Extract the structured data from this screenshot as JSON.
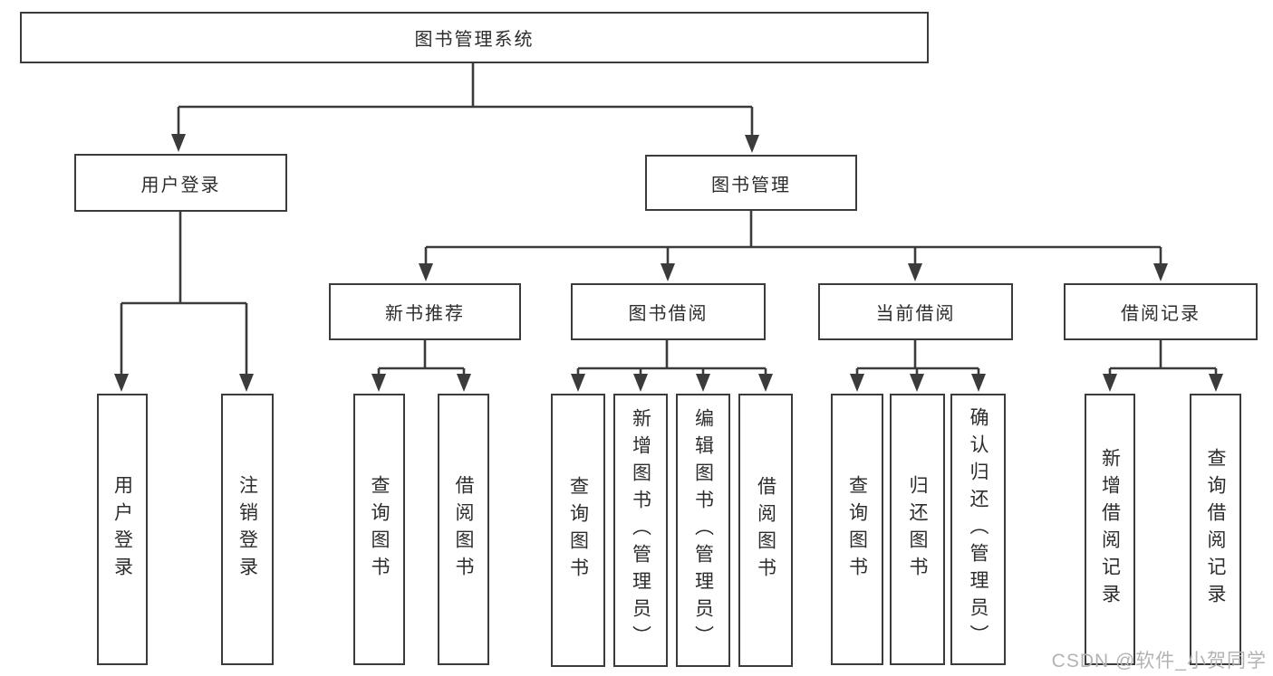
{
  "diagram": {
    "title": "图书管理系统",
    "nodes": {
      "root": "图书管理系统",
      "user_login": "用户登录",
      "book_mgmt": "图书管理",
      "new_book_rec": "新书推荐",
      "book_borrow": "图书借阅",
      "current_borrow": "当前借阅",
      "borrow_record": "借阅记录",
      "ul_user_login": "用户登录",
      "ul_logout": "注销登录",
      "nb_query_book": "查询图书",
      "nb_borrow_book": "借阅图书",
      "bb_query_book": "查询图书",
      "bb_add_book": "新增图书（管理员）",
      "bb_edit_book": "编辑图书（管理员）",
      "bb_borrow_book": "借阅图书",
      "cb_query_book": "查询图书",
      "cb_return_book": "归还图书",
      "cb_confirm_return": "确认归还（管理员）",
      "br_add_record": "新增借阅记录",
      "br_query_record": "查询借阅记录"
    },
    "edges": [
      [
        "图书管理系统",
        "用户登录"
      ],
      [
        "图书管理系统",
        "图书管理"
      ],
      [
        "用户登录",
        "用户登录"
      ],
      [
        "用户登录",
        "注销登录"
      ],
      [
        "图书管理",
        "新书推荐"
      ],
      [
        "图书管理",
        "图书借阅"
      ],
      [
        "图书管理",
        "当前借阅"
      ],
      [
        "图书管理",
        "借阅记录"
      ],
      [
        "新书推荐",
        "查询图书"
      ],
      [
        "新书推荐",
        "借阅图书"
      ],
      [
        "图书借阅",
        "查询图书"
      ],
      [
        "图书借阅",
        "新增图书（管理员）"
      ],
      [
        "图书借阅",
        "编辑图书（管理员）"
      ],
      [
        "图书借阅",
        "借阅图书"
      ],
      [
        "当前借阅",
        "查询图书"
      ],
      [
        "当前借阅",
        "归还图书"
      ],
      [
        "当前借阅",
        "确认归还（管理员）"
      ],
      [
        "借阅记录",
        "新增借阅记录"
      ],
      [
        "借阅记录",
        "查询借阅记录"
      ]
    ]
  },
  "watermark": {
    "text": "CSDN @软件_小贺同学"
  },
  "colors": {
    "background": "#ffffff",
    "line": "#3b3b3b",
    "node_border": "#3b3b3b",
    "node_text": "#2d2d2d",
    "watermark": "#b3b3b3"
  }
}
